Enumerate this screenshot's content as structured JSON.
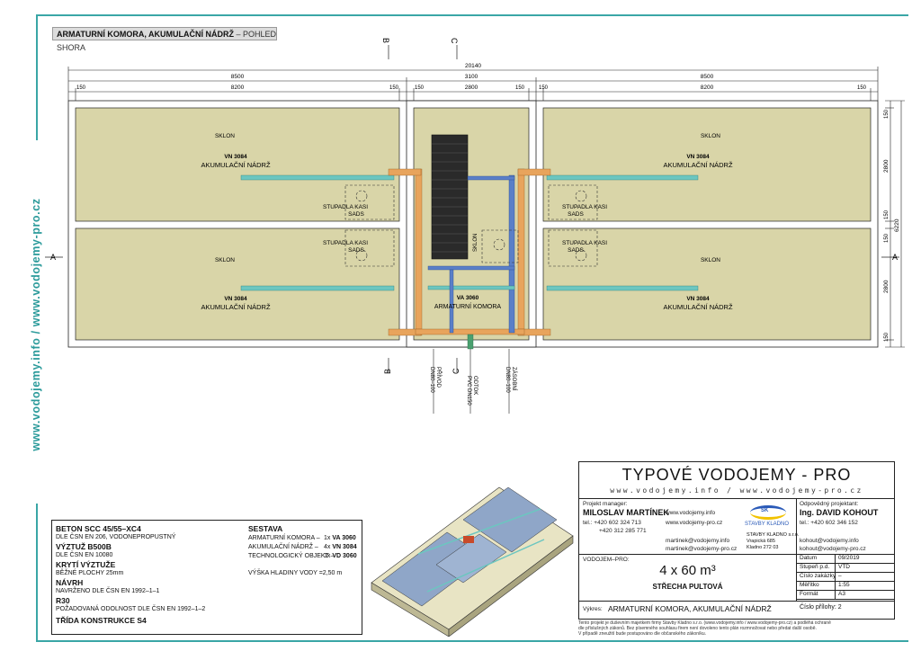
{
  "side_url": "www.vodojemy.info / www.vodojemy-pro.cz",
  "view_title": {
    "main": "ARMATURNÍ KOMORA, AKUMULAČNÍ NÁDRŽ",
    "suffix": " – POHLED SHORA"
  },
  "section_marks": {
    "b": "B",
    "c": "C",
    "a": "A"
  },
  "dimensions": {
    "total": "20140",
    "left": "8500",
    "middle": "3100",
    "right": "8500",
    "d150": "150",
    "d8200": "8200",
    "d2800": "2800",
    "v150": "150",
    "v2800": "2800",
    "v6220": "6220"
  },
  "tanks": {
    "tank_code": "VN 3084",
    "tank_name": "AKUMULAČNÍ NÁDRŽ",
    "slope": "SKLON",
    "ladder": "STUPADLA KASI",
    "ladder_sub": "SADS"
  },
  "chamber": {
    "code": "VA 3060",
    "name": "ARMATURNÍ KOMORA",
    "slope": "SKLON"
  },
  "pipes": {
    "inflow": "PŘÍVOD",
    "inflow_dn": "DN80–100",
    "outflow": "ODTOK",
    "outflow_dn": "PVC DN150",
    "supply": "ZÁSOBNÍ",
    "supply_dn": "DN80–100"
  },
  "spec": {
    "concrete": "BETON SCC 45/55–XC4",
    "concrete_note": "DLE ČSN EN 206, VODONEPROPUSTNÝ",
    "rebar": "VÝZTUŽ B500B",
    "rebar_note": "DLE ČSN EN 10080",
    "cover": "KRYTÍ VÝZTUŽE",
    "cover_note": "BĚŽNÉ PLOCHY 25mm",
    "design": "NÁVRH",
    "design_note": "NAVRŽENO DLE ČSN EN 1992–1–1",
    "fire": "R30",
    "fire_note": "POŽADOVANÁ ODOLNOST DLE ČSN EN 1992–1–2",
    "class": "TŘÍDA KONSTRUKCE S4",
    "assembly_title": "SESTAVA",
    "assembly": [
      {
        "name": "ARMATURNÍ KOMORA –",
        "qty": "1x",
        "code": "VA 3060"
      },
      {
        "name": "AKUMULAČNÍ NÁDRŽ –",
        "qty": "4x",
        "code": "VN 3084"
      },
      {
        "name": "TECHNOLOGICKÝ OBJEKT –",
        "qty": "1x",
        "code": "VD 3060"
      }
    ],
    "water_level": "VÝŠKA HLADINY VODY =2,50 m"
  },
  "title_block": {
    "brand": "TYPOVÉ VODOJEMY - PRO",
    "web": "www.vodojemy.info / www.vodojemy-pro.cz",
    "pm_label": "Projekt manager:",
    "pm_name": "MILOSLAV MARTÍNEK",
    "pm_tel1": "tel.: +420 602 324 713",
    "pm_tel2": "+420 312 285 771",
    "pm_web1": "www.vodojemy.info",
    "pm_web2": "www.vodojemy-pro.cz",
    "pm_mail1": "martinek@vodojemy.info",
    "pm_mail2": "martinek@vodojemy-pro.cz",
    "logo_sk": "SK",
    "logo_text": "STAVBY KLADNO",
    "company": "STAVBY KLADNO s.r.o.",
    "company_addr1": "Vrapická 685",
    "company_addr2": "Kladno 272 03",
    "resp_label": "Odpovědný projektant:",
    "resp_name": "Ing. DAVID KOHOUT",
    "resp_tel": "tel.: +420 602 346 152",
    "resp_mail1": "kohout@vodojemy.info",
    "resp_mail2": "kohout@vodojemy-pro.cz",
    "vodojem_label": "VODOJEM–PRO:",
    "size": "4 x 60 m³",
    "roof": "STŘECHA PULTOVÁ",
    "rows": [
      {
        "k": "Datum",
        "v": "09/2019"
      },
      {
        "k": "Stupeň p.d.",
        "v": "VTD"
      },
      {
        "k": "Číslo zakázky",
        "v": "–"
      },
      {
        "k": "Měřítko",
        "v": "1:55"
      },
      {
        "k": "Formát",
        "v": "A3"
      }
    ],
    "attachment": "Číslo přílohy: 2",
    "drawing_label": "Výkres:",
    "drawing": "ARMATURNÍ KOMORA, AKUMULAČNÍ NÁDRŽ",
    "disclaimer1": "Tento projekt je duševním majetkem firmy Stavby Kladno s.r.o. (www.vodojemy.info / www.vodojemy-pro.cz) a podléhá ochraně",
    "disclaimer2": "dle příslušných zákonů. Bez písemného souhlasu firem není dovoleno tento plán rozmnožovat nebo předat další osobě.",
    "disclaimer3": "V případě zneužití bude postupováno dle občanského zákoníku."
  },
  "colors": {
    "tank": "#d9d5a8",
    "wall": "#ffffff",
    "pipe_teal": "#6cc6c0",
    "pipe_orange": "#e8a45c",
    "pipe_blue": "#5a7fc8",
    "frame": "#3aa6a6"
  }
}
